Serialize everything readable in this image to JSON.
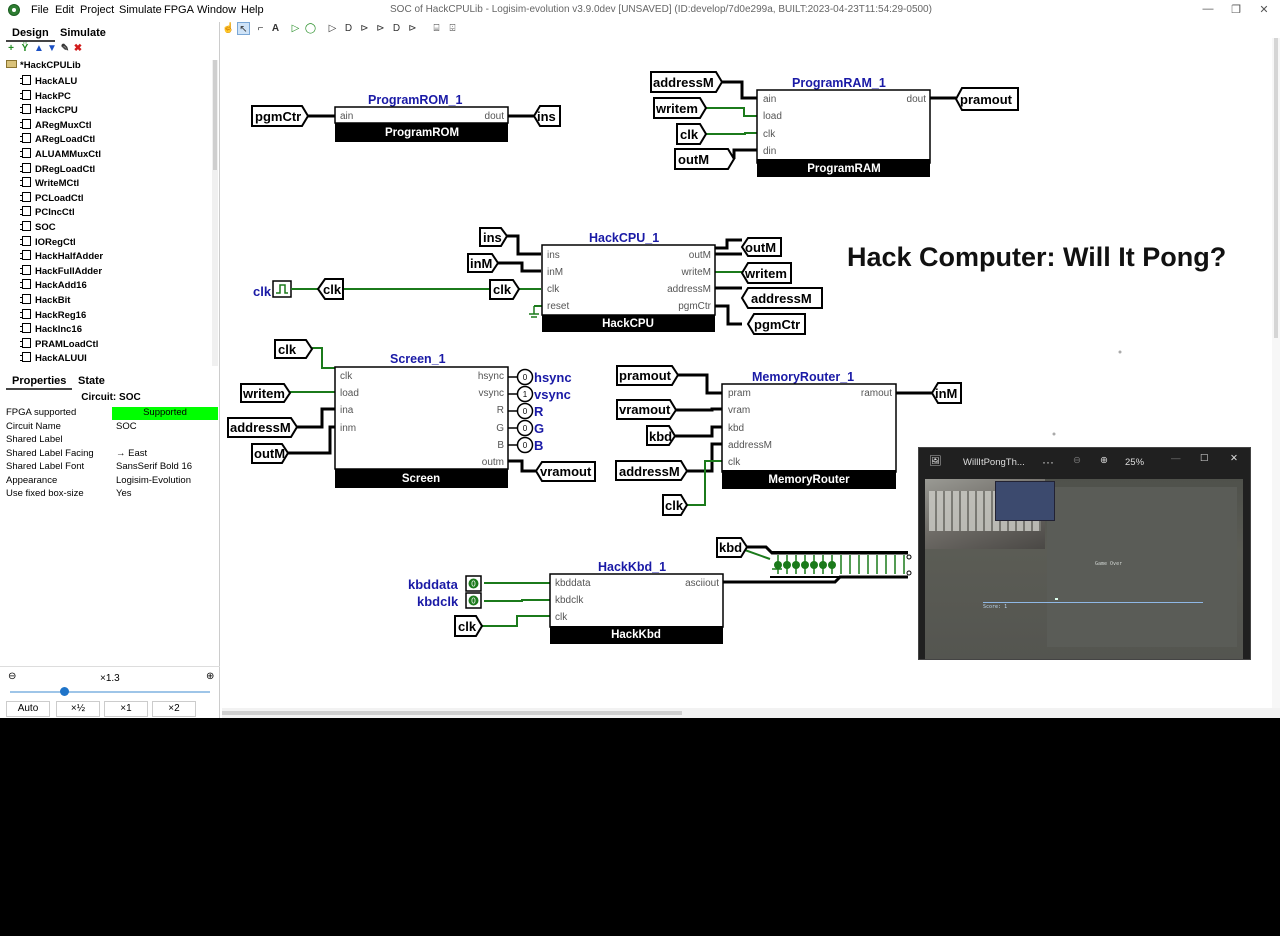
{
  "window": {
    "title": "SOC of HackCPULib - Logisim-evolution v3.9.0dev [UNSAVED] (ID:develop/7d0e299a, BUILT:2023-04-23T11:54:29-0500)",
    "minimize": "—",
    "maximize": "❐",
    "close": "✕"
  },
  "menu": [
    "File",
    "Edit",
    "Project",
    "Simulate",
    "FPGA",
    "Window",
    "Help"
  ],
  "left_tabs": {
    "design": "Design",
    "simulate": "Simulate"
  },
  "tree": {
    "root": "*HackCPULib",
    "items": [
      "HackALU",
      "HackPC",
      "HackCPU",
      "ARegMuxCtl",
      "ARegLoadCtl",
      "ALUAMMuxCtl",
      "DRegLoadCtl",
      "WriteMCtl",
      "PCLoadCtl",
      "PCIncCtl",
      "SOC",
      "IORegCtl",
      "HackHalfAdder",
      "HackFullAdder",
      "HackAdd16",
      "HackBit",
      "HackReg16",
      "HackInc16",
      "PRAMLoadCtl",
      "HackALUUI"
    ]
  },
  "prop_tabs": {
    "properties": "Properties",
    "state": "State"
  },
  "properties": {
    "header": "Circuit: SOC",
    "rows": [
      {
        "key": "FPGA supported",
        "value": "Supported",
        "highlight": true
      },
      {
        "key": "Circuit Name",
        "value": "SOC"
      },
      {
        "key": "Shared Label",
        "value": ""
      },
      {
        "key": "Shared Label Facing",
        "value": "→ East"
      },
      {
        "key": "Shared Label Font",
        "value": "SansSerif Bold 16"
      },
      {
        "key": "Appearance",
        "value": "Logisim-Evolution"
      },
      {
        "key": "Use fixed box-size",
        "value": "Yes"
      }
    ]
  },
  "zoom": {
    "level": "×1.3",
    "buttons": [
      "Auto",
      "×½",
      "×1",
      "×2"
    ]
  },
  "circuit": {
    "heading": "Hack Computer: Will It Pong?",
    "components": {
      "rom": {
        "title": "ProgramROM_1",
        "name": "ProgramROM",
        "ports": [
          "ain",
          "dout"
        ]
      },
      "ram": {
        "title": "ProgramRAM_1",
        "name": "ProgramRAM",
        "ports": [
          "ain",
          "load",
          "clk",
          "din",
          "dout"
        ]
      },
      "cpu": {
        "title": "HackCPU_1",
        "name": "HackCPU",
        "ports": [
          "ins",
          "inM",
          "clk",
          "reset",
          "outM",
          "writeM",
          "addressM",
          "pgmCtr"
        ]
      },
      "screen": {
        "title": "Screen_1",
        "name": "Screen",
        "ports": [
          "clk",
          "load",
          "ina",
          "inm",
          "hsync",
          "vsync",
          "R",
          "G",
          "B",
          "outm"
        ]
      },
      "router": {
        "title": "MemoryRouter_1",
        "name": "MemoryRouter",
        "ports": [
          "pram",
          "vram",
          "kbd",
          "addressM",
          "clk",
          "ramout"
        ]
      },
      "kbd": {
        "title": "HackKbd_1",
        "name": "HackKbd",
        "ports": [
          "kbddata",
          "kbdclk",
          "clk",
          "asciiout"
        ]
      }
    },
    "tunnels": {
      "pgmCtr": "pgmCtr",
      "ins": "ins",
      "addressM": "addressM",
      "writem": "writem",
      "clk": "clk",
      "outM": "outM",
      "pramout": "pramout",
      "inM": "inM",
      "vramout": "vramout",
      "kbd": "kbd",
      "pramout_in": "pramout",
      "vramout_in": "vramout"
    },
    "clock_label": "clk",
    "outputs": {
      "hsync": "hsync",
      "vsync": "vsync",
      "R": "R",
      "G": "G",
      "B": "B"
    },
    "output_values": {
      "hsync": "0",
      "vsync": "1",
      "R": "0",
      "G": "0",
      "B": "0"
    },
    "inputs": {
      "kbddata": "kbddata",
      "kbdclk": "kbdclk"
    },
    "input_values": {
      "kbddata": "0",
      "kbdclk": "0"
    }
  },
  "video": {
    "title": "WillItPongTh...",
    "more": "···",
    "zoom": "25%",
    "screen_text": "Game Over",
    "score_text": "Score: 1"
  }
}
